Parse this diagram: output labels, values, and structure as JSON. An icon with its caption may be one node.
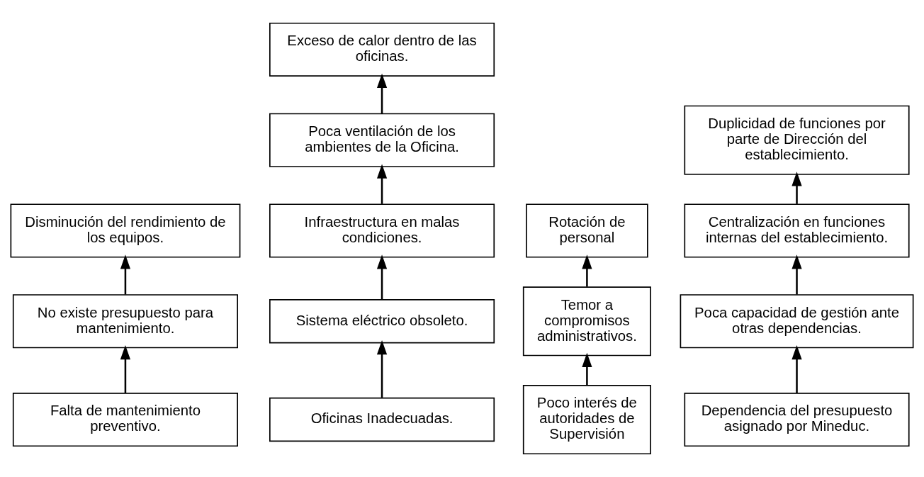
{
  "diagram": {
    "nodes": [
      {
        "text": [
          "Disminución del rendimiento de los equipos."
        ]
      },
      {
        "text": [
          "No existe presupuesto para mantenimiento."
        ]
      },
      {
        "text": [
          "Falta de mantenimiento preventivo."
        ]
      },
      {
        "text": [
          "Exceso de calor dentro de las oficinas."
        ]
      },
      {
        "text": [
          "Poca ventilación de los ambientes de la Oficina."
        ]
      },
      {
        "text": [
          "Infraestructura en malas condiciones."
        ]
      },
      {
        "text": [
          "Sistema eléctrico obsoleto."
        ]
      },
      {
        "text": [
          "Oficinas Inadecuadas."
        ]
      },
      {
        "text": [
          "Rotación de personal"
        ]
      },
      {
        "text": [
          "Temor a compromisos administrativos."
        ]
      },
      {
        "text": [
          "Poco interés de autoridades de Supervisión"
        ]
      },
      {
        "text": [
          "Duplicidad de funciones por parte de Dirección del establecimiento."
        ]
      },
      {
        "text": [
          "Centralización en funciones internas del establecimiento."
        ]
      },
      {
        "text": [
          "Poca capacidad de gestión ante otras dependencias."
        ]
      },
      {
        "text": [
          "Dependencia del presupuesto asignado por Mineduc."
        ]
      }
    ],
    "edges": [
      {
        "from": 2,
        "to": 1,
        "arrow": "to"
      },
      {
        "from": 1,
        "to": 0,
        "arrow": "to"
      },
      {
        "from": 7,
        "to": 6,
        "arrow": "to"
      },
      {
        "from": 6,
        "to": 5,
        "arrow": "to"
      },
      {
        "from": 5,
        "to": 4,
        "arrow": "to"
      },
      {
        "from": 4,
        "to": 3,
        "arrow": "to"
      },
      {
        "from": 10,
        "to": 9,
        "arrow": "to"
      },
      {
        "from": 9,
        "to": 8,
        "arrow": "to"
      },
      {
        "from": 14,
        "to": 13,
        "arrow": "to"
      },
      {
        "from": 13,
        "to": 12,
        "arrow": "to"
      },
      {
        "from": 12,
        "to": 11,
        "arrow": "to"
      }
    ]
  }
}
